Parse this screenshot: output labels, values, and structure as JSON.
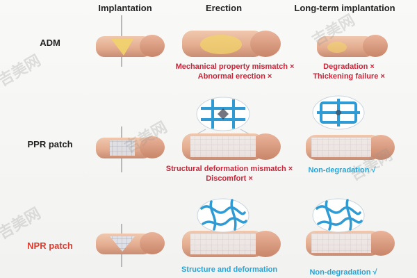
{
  "columns": {
    "implantation": "Implantation",
    "erection": "Erection",
    "long_term": "Long-term implantation"
  },
  "rows": {
    "adm": {
      "label": "ADM",
      "erection_results": [
        "Mechanical property mismatch ×",
        "Abnormal erection ×"
      ],
      "long_term_results": [
        "Degradation ×",
        "Thickening failure ×"
      ]
    },
    "ppr": {
      "label": "PPR patch",
      "erection_results": [
        "Structural deformation mismatch ×",
        "Discomfort ×"
      ],
      "long_term_results": [
        "Non-degradation √"
      ]
    },
    "npr": {
      "label": "NPR patch",
      "erection_results": [
        "Structure and deformation"
      ],
      "long_term_results": [
        "Non-degradation √"
      ]
    }
  },
  "watermark": "吉美网",
  "colors": {
    "bad": "#c8263a",
    "good": "#27a5d8",
    "npr_label": "#e23a2e",
    "skin": "#e9b99b",
    "glans": "#dfa58a",
    "patch_yellow": "#f1d36a",
    "patch_blue": "#4aa7d6"
  }
}
